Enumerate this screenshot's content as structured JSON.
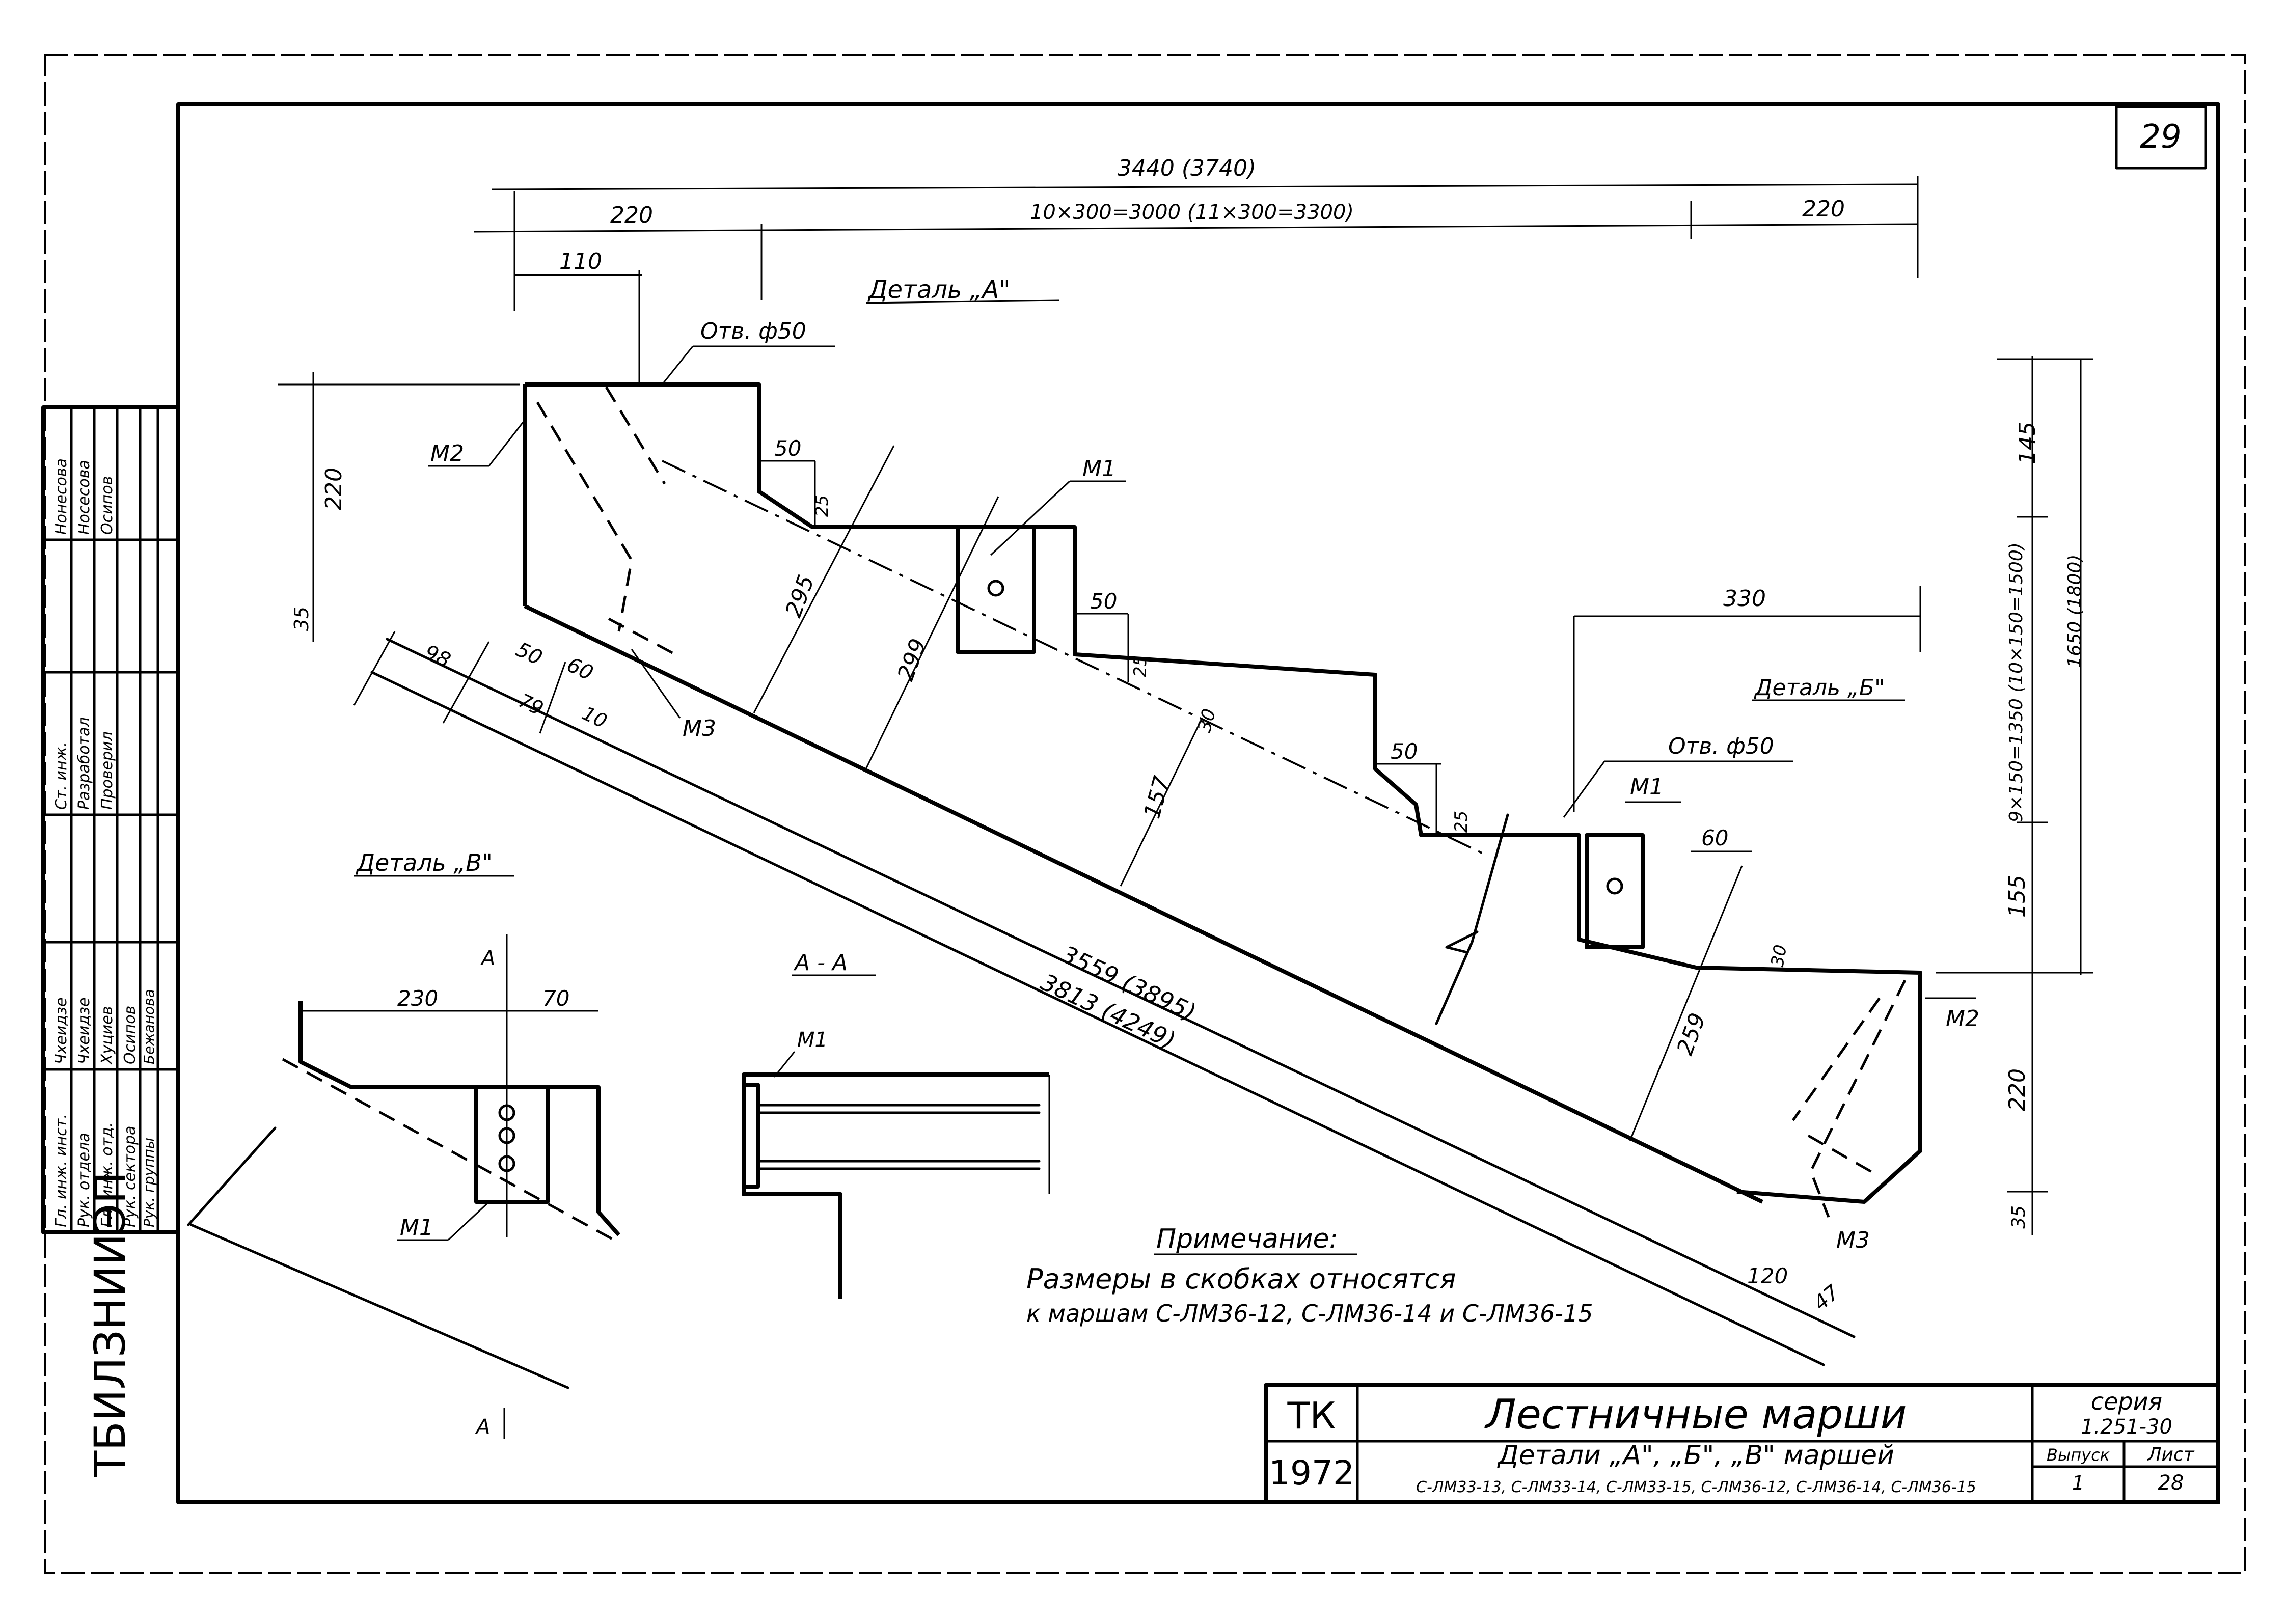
{
  "sheet_number": "29",
  "top_dims": {
    "overall": "3440 (3740)",
    "left_end": "220",
    "steps": "10×300=3000  (11×300=3300)",
    "right_end": "220",
    "offset_110": "110"
  },
  "left_dims": {
    "height_220": "220",
    "base_35": "35"
  },
  "right_dims": {
    "upper_145": "145",
    "flight_height": "9×150=1350 (10×150=1500)",
    "overall_height": "1650 (1800)",
    "lower_155": "155",
    "lower_220": "220",
    "base_35": "35",
    "width_330": "330"
  },
  "detail_a": {
    "title": "Деталь „А\"",
    "hole": "Отв. ф50",
    "dims": {
      "d50_top": "50",
      "d25_top": "25",
      "d295": "295",
      "d299": "299",
      "d50_mid": "50",
      "d25_mid": "25",
      "d30": "30",
      "d157": "157",
      "d50_low": "50",
      "d25_low": "25"
    },
    "labels": {
      "m1": "М1",
      "m2": "М2",
      "m3": "М3"
    }
  },
  "detail_b": {
    "title": "Деталь „Б\"",
    "hole": "Отв. ф50",
    "dims": {
      "d60": "60",
      "d30": "30",
      "d259": "259",
      "d120": "120",
      "d47": "47"
    },
    "labels": {
      "m1": "М1",
      "m2": "М2",
      "m3": "М3"
    }
  },
  "flight_dims": {
    "d98": "98",
    "d50": "50",
    "d60": "60",
    "d79": "79",
    "d10": "10",
    "length_top": "3559 (3895)",
    "length_bottom": "3813 (4249)"
  },
  "detail_v": {
    "title": "Деталь „В\"",
    "d230": "230",
    "d70": "70",
    "m1": "М1",
    "section_mark_top": "А",
    "section_mark_bottom": "А"
  },
  "section_aa": {
    "title": "А - А",
    "m1": "М1"
  },
  "note": {
    "title": "Примечание:",
    "line1": "Размеры в скобках относятся",
    "line2": "к маршам С-ЛМ36-12, С-ЛМ36-14 и С-ЛМ36-15"
  },
  "title_block": {
    "tk": "ТК",
    "code": "1972",
    "main_title": "Лестничные марши",
    "subtitle": "Детали „А\", „Б\", „В\" маршей",
    "subtitle2": "С-ЛМ33-13, С-ЛМ33-14, С-ЛМ33-15, С-ЛМ36-12, С-ЛМ36-14, С-ЛМ36-15",
    "series_label": "серия",
    "series_value": "1.251-30",
    "issue_label": "Выпуск",
    "issue_value": "1",
    "sheet_label": "Лист",
    "sheet_value": "28"
  },
  "side_stamp": {
    "institute": "ТБИЛЗНИИЭП",
    "rows": [
      {
        "role": "Гл. инж. инст.",
        "name": "Чхеидзе"
      },
      {
        "role": "Рук. отдела",
        "name": "Чхеидзе"
      },
      {
        "role": "Гл. инж. отд.",
        "name": "Хуциев"
      },
      {
        "role": "Рук. сектора",
        "name": "Осипов"
      },
      {
        "role": "Рук. группы",
        "name": "Бежанова"
      }
    ],
    "right_rows": [
      {
        "role": "Ст. инж.",
        "name": "Нонесова"
      },
      {
        "role": "Разработал",
        "name": "Носесова"
      },
      {
        "role": "Проверил",
        "name": "Осипов"
      }
    ]
  }
}
